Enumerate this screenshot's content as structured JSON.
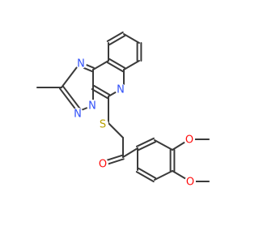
{
  "molecule": {
    "colors": {
      "bond": "#3a3a3a",
      "N": "#3050f8",
      "O": "#ff0d0d",
      "S": "#b8a000"
    },
    "atoms": [
      {
        "id": "N1",
        "element": "N",
        "label": "N"
      },
      {
        "id": "N2",
        "element": "N",
        "label": "N"
      },
      {
        "id": "N3",
        "element": "N",
        "label": "N"
      },
      {
        "id": "N4",
        "element": "N",
        "label": "N"
      },
      {
        "id": "S1",
        "element": "S",
        "label": "S"
      },
      {
        "id": "O1",
        "element": "O",
        "label": "O"
      },
      {
        "id": "O2",
        "element": "O",
        "label": "O"
      },
      {
        "id": "O3",
        "element": "O",
        "label": "O"
      }
    ]
  }
}
